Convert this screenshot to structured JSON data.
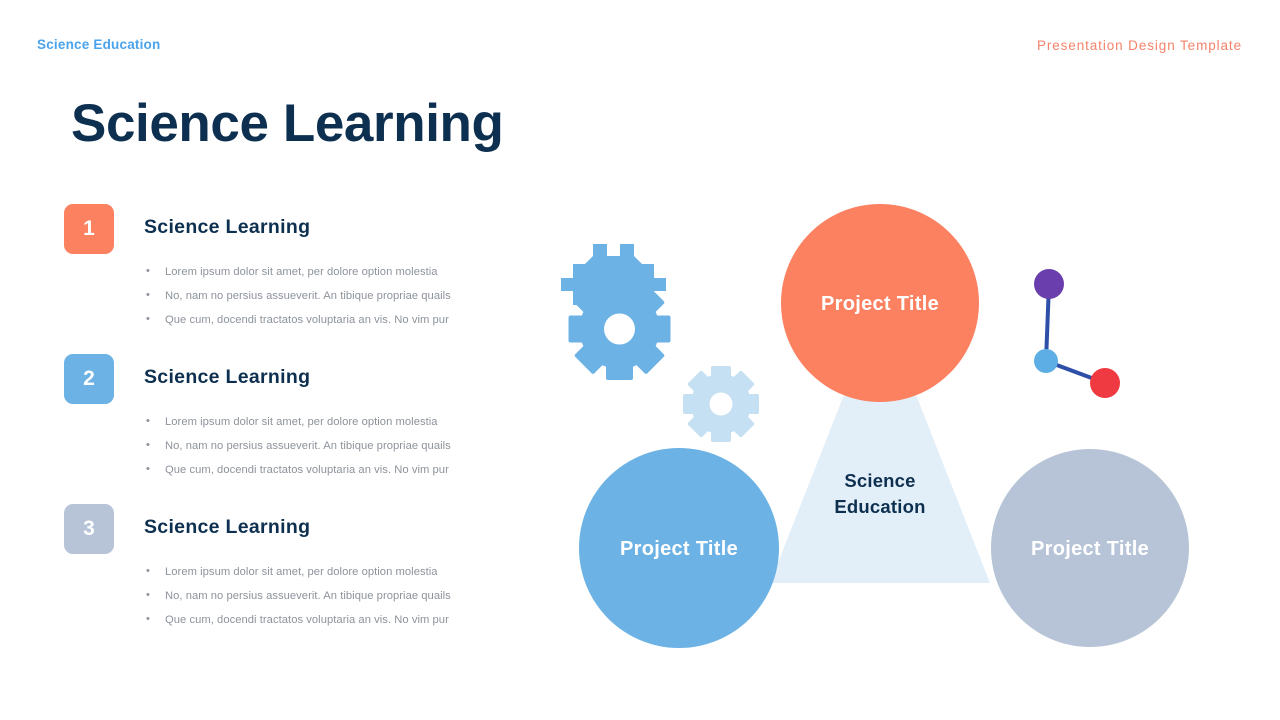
{
  "header": {
    "left_label": "Science Education",
    "right_label": "Presentation  Design Template",
    "left_color": "#4BA3EC",
    "right_color": "#F4846B"
  },
  "title": "Science Learning",
  "title_color": "#0E3050",
  "items": [
    {
      "number": "1",
      "badge_color": "#FB8160",
      "title": "Science Learning",
      "bullets": [
        "Lorem  ipsum dolor sit amet, per  dolore option molestia",
        "No, nam no persius assueverit. An tibique propriae quails",
        "Que cum, docendi tractatos voluptaria an vis. No vim pur"
      ]
    },
    {
      "number": "2",
      "badge_color": "#6CB2E4",
      "title": "Science Learning",
      "bullets": [
        "Lorem  ipsum dolor sit amet, per  dolore option molestia",
        "No, nam no persius assueverit. An tibique propriae quails",
        "Que cum, docendi tractatos voluptaria an vis. No vim pur"
      ]
    },
    {
      "number": "3",
      "badge_color": "#B7C4D7",
      "title": "Science Learning",
      "bullets": [
        "Lorem  ipsum dolor sit amet, per  dolore option molestia",
        "No, nam no persius assueverit. An tibique propriae quails",
        "Que cum, docendi tractatos voluptaria an vis. No vim pur"
      ]
    }
  ],
  "diagram": {
    "center_label_line1": "Science",
    "center_label_line2": "Education",
    "triangle_color": "#E3EFF8",
    "circles": [
      {
        "id": "top",
        "label": "Project Title",
        "color": "#FB8160"
      },
      {
        "id": "bottom-left",
        "label": "Project Title",
        "color": "#6CB2E4"
      },
      {
        "id": "bottom-right",
        "label": "Project Title",
        "color": "#B7C4D7"
      }
    ],
    "gears": [
      {
        "id": "gear-large",
        "color": "#6CB2E4"
      },
      {
        "id": "gear-small",
        "color": "#C5E0F2"
      }
    ],
    "molecule": {
      "bond_color": "#2E4FA8",
      "nodes": [
        {
          "id": "node-purple",
          "color": "#6A3EAD"
        },
        {
          "id": "node-blue",
          "color": "#5CAEE4"
        },
        {
          "id": "node-red",
          "color": "#F03A42"
        }
      ]
    }
  }
}
